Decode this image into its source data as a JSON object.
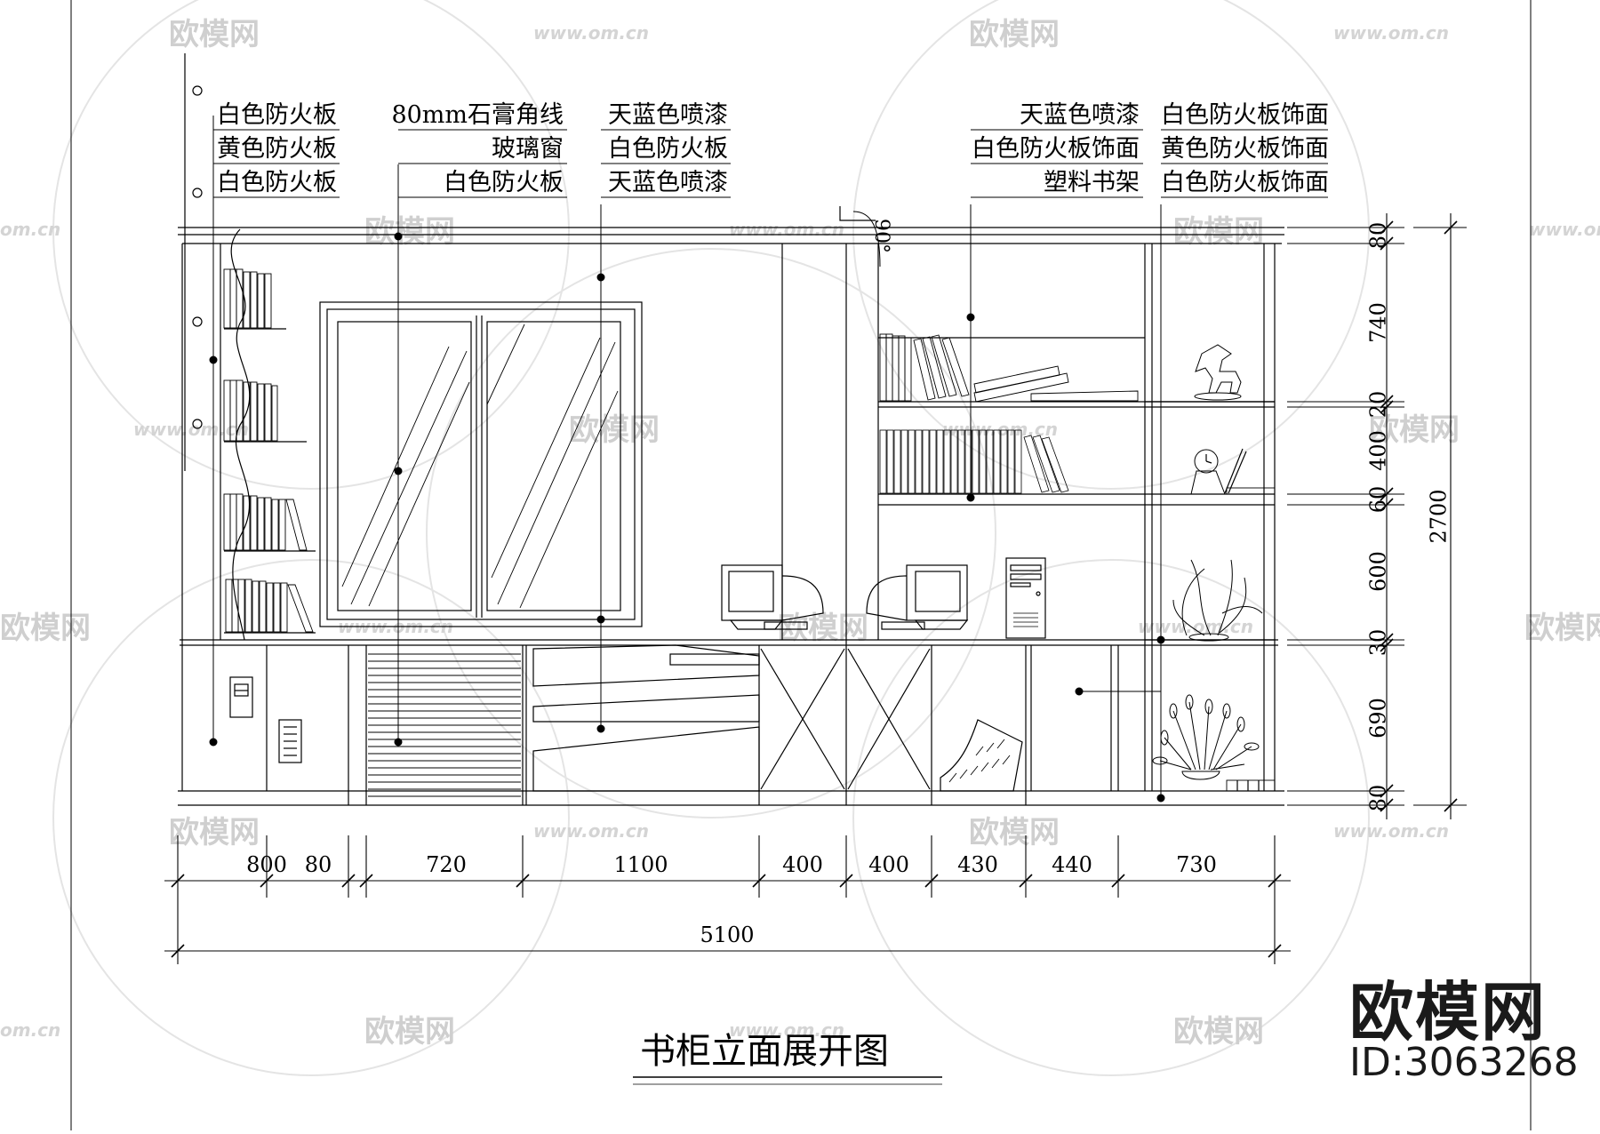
{
  "labels": {
    "g1": [
      "白色防火板",
      "黄色防火板",
      "白色防火板"
    ],
    "g2": [
      "80mm石膏角线",
      "玻璃窗",
      "白色防火板"
    ],
    "g3": [
      "天蓝色喷漆",
      "白色防火板",
      "天蓝色喷漆"
    ],
    "g4": [
      "天蓝色喷漆",
      "白色防火板饰面",
      "塑料书架"
    ],
    "g5": [
      "白色防火板饰面",
      "黄色防火板饰面",
      "白色防火板饰面"
    ]
  },
  "angle": "90°",
  "dims_bottom": [
    "800",
    "80",
    "720",
    "1100",
    "400",
    "400",
    "430",
    "440",
    "730"
  ],
  "dim_total": "5100",
  "dims_right": [
    "80",
    "740",
    "20",
    "400",
    "60",
    "600",
    "30",
    "690",
    "80"
  ],
  "dim_height": "2700",
  "title": "书柜立面展开图",
  "watermark": {
    "brand": "欧模网",
    "url": "www.om.cn",
    "short": "om.cn"
  },
  "brand": {
    "name": "欧模网",
    "id": "ID:3063268"
  }
}
